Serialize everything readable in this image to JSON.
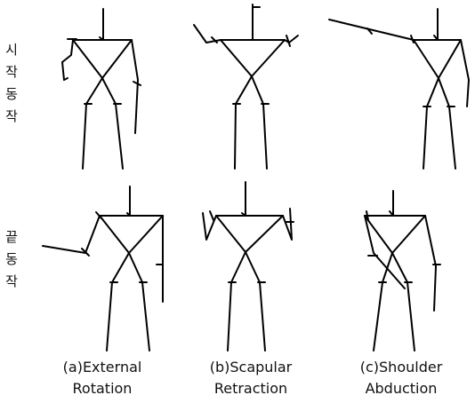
{
  "row_labels": {
    "start": [
      "시",
      "작",
      "동",
      "작"
    ],
    "end": [
      "끝",
      "동",
      "작"
    ]
  },
  "captions": [
    {
      "letter": "(a)External",
      "name": "Rotation"
    },
    {
      "letter": "(b)Scapular",
      "name": "Retraction"
    },
    {
      "letter": "(c)Shoulder",
      "name": "Abduction"
    }
  ]
}
